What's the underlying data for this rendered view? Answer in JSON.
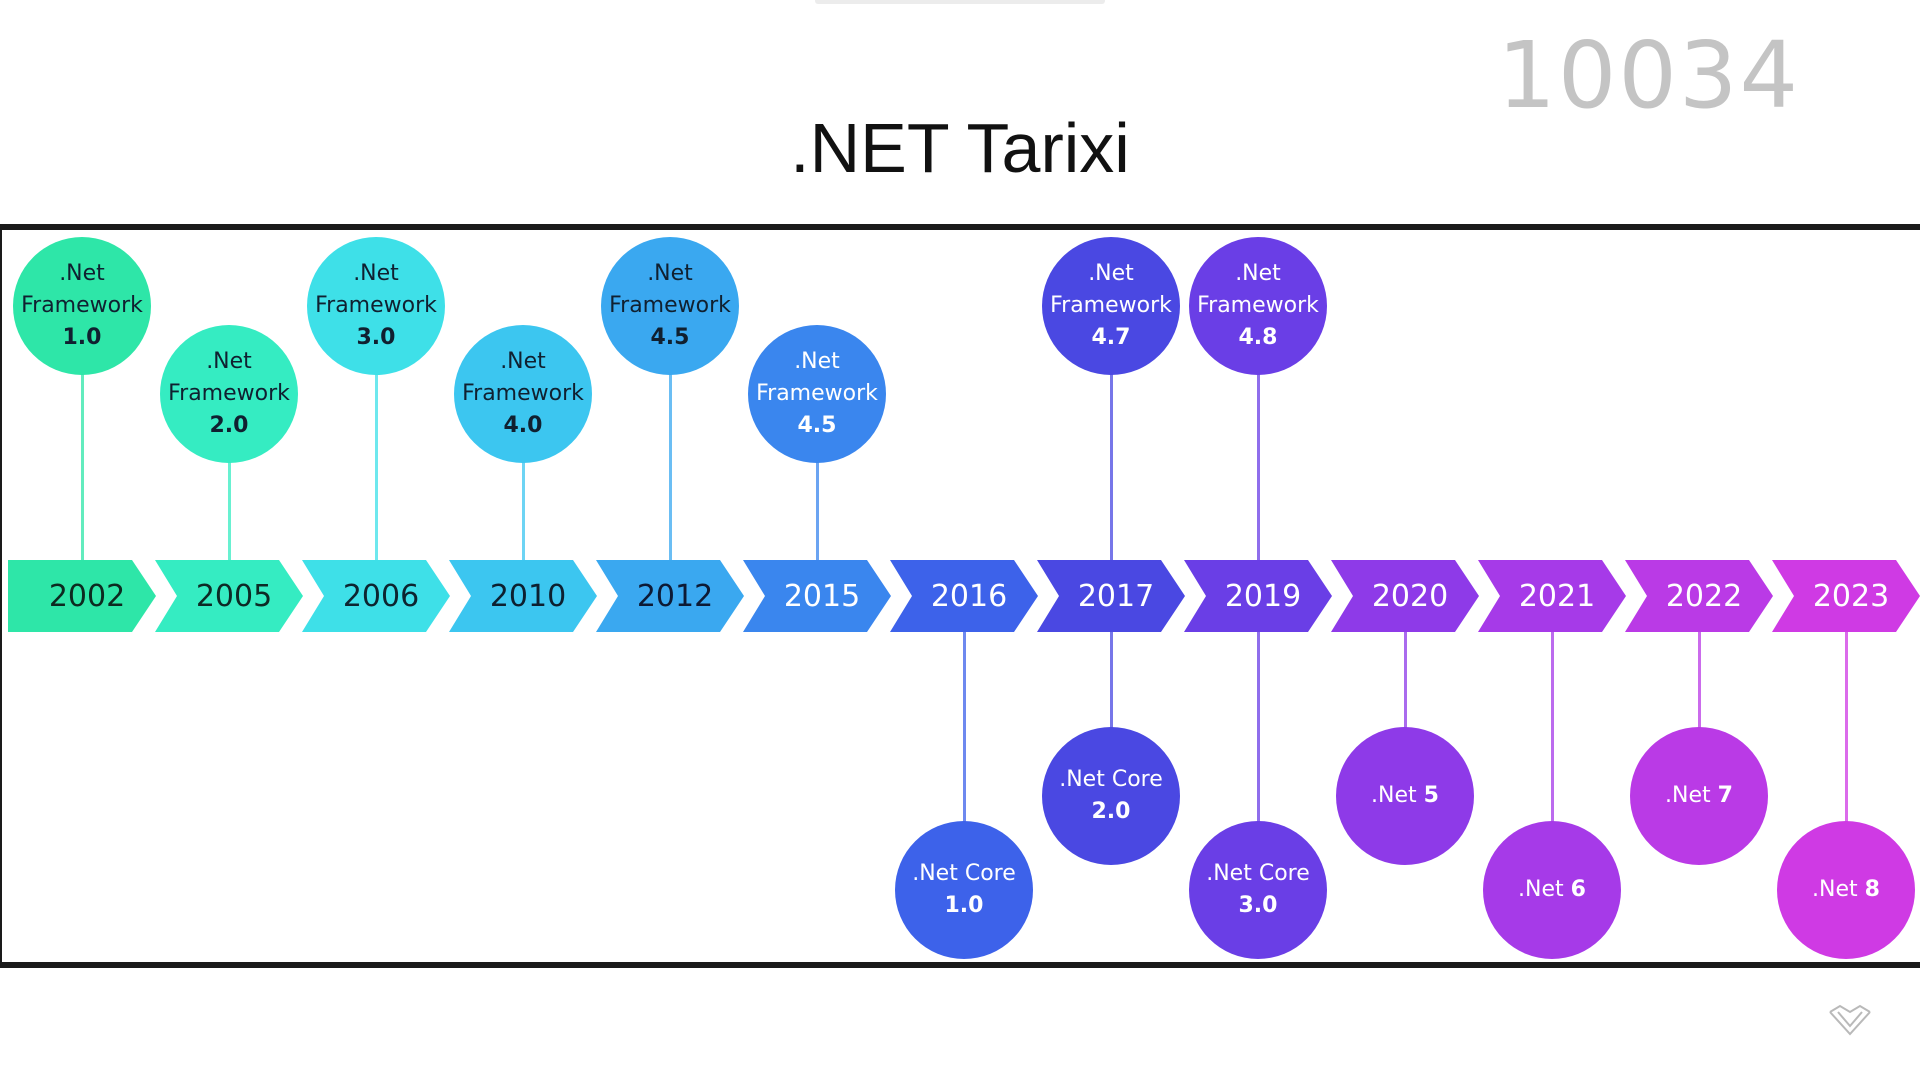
{
  "counter": "10034",
  "title": ".NET Tarixi",
  "timeline": [
    {
      "year": "2002",
      "color": "#2ee6a8",
      "text": "#0d2a20"
    },
    {
      "year": "2005",
      "color": "#35ecc2",
      "text": "#0d2a25"
    },
    {
      "year": "2006",
      "color": "#3ee0e8",
      "text": "#0d2530"
    },
    {
      "year": "2010",
      "color": "#3cc6f0",
      "text": "#0d2030"
    },
    {
      "year": "2012",
      "color": "#3aa8f0",
      "text": "#0d1a35"
    },
    {
      "year": "2015",
      "color": "#3a86ee",
      "text": "#ffffff"
    },
    {
      "year": "2016",
      "color": "#3d62ea",
      "text": "#ffffff"
    },
    {
      "year": "2017",
      "color": "#4a48e2",
      "text": "#ffffff"
    },
    {
      "year": "2019",
      "color": "#6a3ee6",
      "text": "#ffffff"
    },
    {
      "year": "2020",
      "color": "#8e3ae8",
      "text": "#ffffff"
    },
    {
      "year": "2021",
      "color": "#a63ae8",
      "text": "#ffffff"
    },
    {
      "year": "2022",
      "color": "#ba3ae6",
      "text": "#ffffff"
    },
    {
      "year": "2023",
      "color": "#cf3ae4",
      "text": "#ffffff"
    }
  ],
  "releases_top": [
    {
      "year": "2002",
      "l1": ".Net",
      "l2": "Framework",
      "l3": "1.0",
      "color": "#2ee6a8"
    },
    {
      "year": "2005",
      "l1": ".Net",
      "l2": "Framework",
      "l3": "2.0",
      "color": "#35ecc2"
    },
    {
      "year": "2006",
      "l1": ".Net",
      "l2": "Framework",
      "l3": "3.0",
      "color": "#3ee0e8"
    },
    {
      "year": "2010",
      "l1": ".Net",
      "l2": "Framework",
      "l3": "4.0",
      "color": "#3cc6f0"
    },
    {
      "year": "2012",
      "l1": ".Net",
      "l2": "Framework",
      "l3": "4.5",
      "color": "#3aa8f0"
    },
    {
      "year": "2015",
      "l1": ".Net",
      "l2": "Framework",
      "l3": "4.5",
      "color": "#3a86ee"
    },
    {
      "year": "2017",
      "l1": ".Net",
      "l2": "Framework",
      "l3": "4.7",
      "color": "#4a48e2"
    },
    {
      "year": "2019",
      "l1": ".Net",
      "l2": "Framework",
      "l3": "4.8",
      "color": "#6a3ee6"
    }
  ],
  "releases_bottom": [
    {
      "year": "2016",
      "l1": ".Net Core",
      "l2": "1.0",
      "color": "#3d62ea"
    },
    {
      "year": "2017",
      "l1": ".Net Core",
      "l2": "2.0",
      "color": "#4a48e2"
    },
    {
      "year": "2019",
      "l1": ".Net Core",
      "l2": "3.0",
      "color": "#6a3ee6"
    },
    {
      "year": "2020",
      "l1": ".Net",
      "l2": "5",
      "color": "#8e3ae8"
    },
    {
      "year": "2021",
      "l1": ".Net",
      "l2": "6",
      "color": "#a63ae8"
    },
    {
      "year": "2022",
      "l1": ".Net",
      "l2": "7",
      "color": "#ba3ae6"
    },
    {
      "year": "2023",
      "l1": ".Net",
      "l2": "8",
      "color": "#cf3ae4"
    }
  ],
  "icons": {
    "logo": "hexagon-logo-icon"
  }
}
